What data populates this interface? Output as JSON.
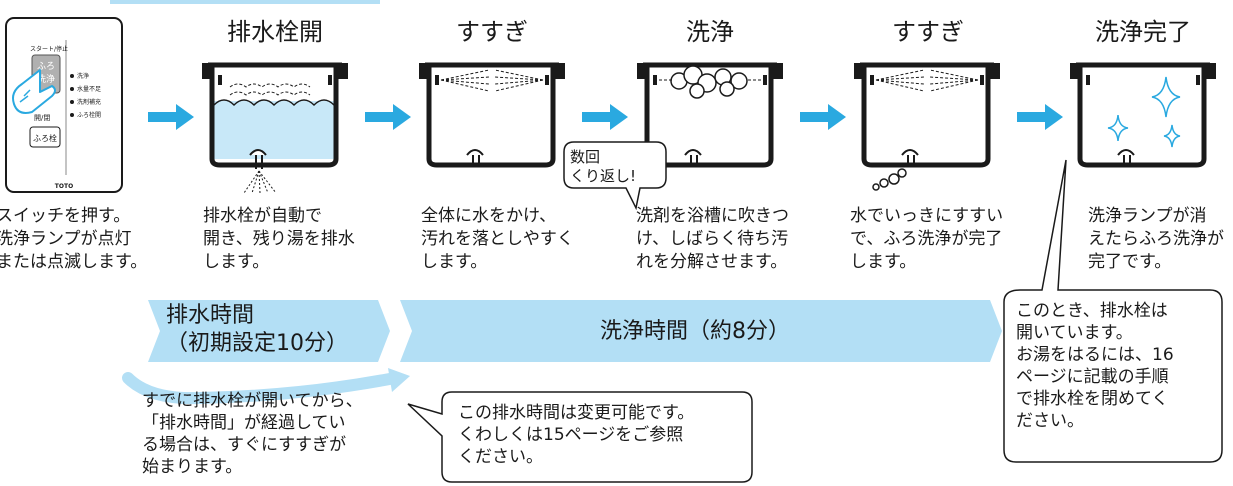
{
  "steps": [
    {
      "title": "排水栓開",
      "desc": "排水栓が自動で\n開き、残り湯を排水\nします。"
    },
    {
      "title": "すすぎ",
      "desc": "全体に水をかけ、\n汚れを落としやすく\nします。"
    },
    {
      "title": "洗浄",
      "desc": "洗剤を浴槽に吹きつ\nけ、しばらく待ち汚\nれを分解させます。"
    },
    {
      "title": "すすぎ",
      "desc": "水でいっきにすすい\nで、ふろ洗浄が完了\nします。"
    },
    {
      "title": "洗浄完了",
      "desc": "洗浄ランプが消\nえたらふろ洗浄が\n完了です。"
    }
  ],
  "switch_desc": "スイッチを押す。\n洗浄ランプが点灯\nまたは点滅します。",
  "panel": {
    "top_label": "スタート/停止",
    "button_main": "ふろ\n洗浄",
    "lamps": [
      "洗浄",
      "水量不足",
      "洗剤補充",
      "ふろ栓開"
    ],
    "open_close_label": "開/閉",
    "plug_button": "ふろ栓",
    "brand": "TOTO"
  },
  "repeat_bubble": "数回\nくり返し!",
  "bands": {
    "drain": "排水時間\n（初期設定10分）",
    "wash": "洗浄時間（約8分）"
  },
  "notes": {
    "drain_note": "すでに排水栓が開いてから、\n「排水時間」が経過してい\nる場合は、すぐにすすぎが\n始まります。",
    "change_note": "この排水時間は変更可能です。\nくわしくは15ページをご参照\nください。",
    "plug_note": "このとき、排水栓は\n開いています。\nお湯をはるには、16\nページに記載の手順\nで排水栓を閉めてく\nださい。"
  },
  "colors": {
    "arrow": "#2aa9e0",
    "band": "#b3dff5",
    "water": "#c8e8f8",
    "sparkle": "#2aa9e0",
    "ink": "#1a1a1a"
  }
}
